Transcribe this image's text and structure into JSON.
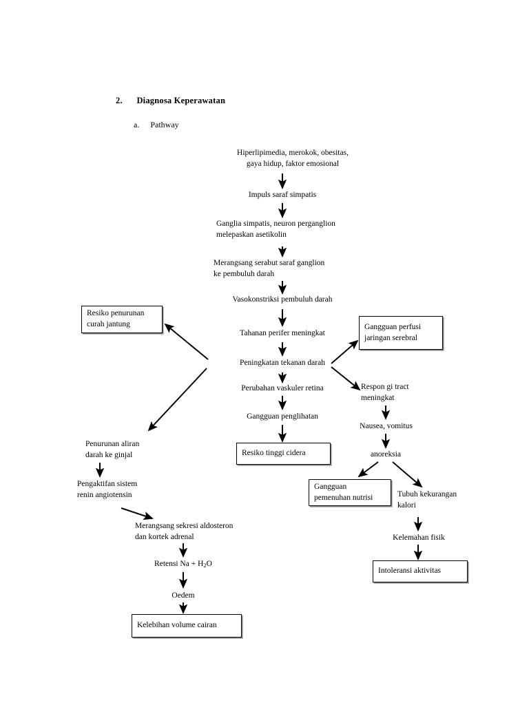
{
  "document": {
    "heading_number": "2.",
    "heading_title": "Diagnosa  Keperawatan",
    "subheading_letter": "a.",
    "subheading_title": "Pathway"
  },
  "diagram": {
    "type": "flowchart",
    "title": "Pathway",
    "nodes": [
      {
        "id": "risk_factors",
        "label": "Hiperlipimedia, merokok, obesitas,\ngaya hidup, faktor emosional",
        "boxed": false
      },
      {
        "id": "impuls",
        "label": "Impuls saraf simpatis",
        "boxed": false
      },
      {
        "id": "ganglia",
        "label": "Ganglia simpatis, neuron perganglion\nmelepaskan asetikolin",
        "boxed": false
      },
      {
        "id": "merangsang_serabut",
        "label": "Merangsang serabut saraf ganglion\nke pembuluh darah",
        "boxed": false
      },
      {
        "id": "vasokonstriksi",
        "label": "Vasokonstriksi pembuluh darah",
        "boxed": false
      },
      {
        "id": "tahanan_perifer",
        "label": "Tahanan perifer meningkat",
        "boxed": false
      },
      {
        "id": "peningkatan_tekanan",
        "label": "Peningkatan tekanan darah",
        "boxed": false
      },
      {
        "id": "perubahan_vaskuler",
        "label": "Perubahan vaskuler retina",
        "boxed": false
      },
      {
        "id": "gangguan_penglihatan",
        "label": "Gangguan penglihatan",
        "boxed": false
      },
      {
        "id": "resiko_cidera",
        "label": "Resiko tinggi cidera",
        "boxed": true
      },
      {
        "id": "resiko_curah",
        "label": "Resiko penurunan\ncurah jantung",
        "boxed": true
      },
      {
        "id": "gangguan_perfusi",
        "label": "Gangguan perfusi\njaringan serebral",
        "boxed": true
      },
      {
        "id": "respon_gi",
        "label": "Respon gi tract\nmeningkat",
        "boxed": false
      },
      {
        "id": "nausea",
        "label": "Nausea, vomitus",
        "boxed": false
      },
      {
        "id": "anoreksia",
        "label": "anoreksia",
        "boxed": false
      },
      {
        "id": "gangguan_nutrisi",
        "label": "Gangguan\npemenuhan nutrisi",
        "boxed": true
      },
      {
        "id": "tubuh_kalori",
        "label": "Tubuh kekurangan\nkalori",
        "boxed": false
      },
      {
        "id": "kelemahan_fisik",
        "label": "Kelemahan fisik",
        "boxed": false
      },
      {
        "id": "intoleransi",
        "label": "Intoleransi aktivitas",
        "boxed": true
      },
      {
        "id": "penurunan_aliran",
        "label": "Penurunan aliran\ndarah ke ginjal",
        "boxed": false
      },
      {
        "id": "pengaktifan_renin",
        "label": "Pengaktifan sistem\nrenin angiotensin",
        "boxed": false
      },
      {
        "id": "merangsang_aldosteron",
        "label": "Merangsang sekresi aldosteron\ndan kortek adrenal",
        "boxed": false
      },
      {
        "id": "retensi",
        "label": "Retensi Na + H2O",
        "label_prefix": "Retensi Na + H",
        "label_sub": "2",
        "label_suffix": "O",
        "boxed": false
      },
      {
        "id": "oedem",
        "label": "Oedem",
        "boxed": false
      },
      {
        "id": "kelebihan_cairan",
        "label": "Kelebihan volume cairan",
        "boxed": true
      }
    ],
    "edges": [
      {
        "from": "risk_factors",
        "to": "impuls",
        "style": "vertical"
      },
      {
        "from": "impuls",
        "to": "ganglia",
        "style": "vertical"
      },
      {
        "from": "ganglia",
        "to": "merangsang_serabut",
        "style": "vertical"
      },
      {
        "from": "merangsang_serabut",
        "to": "vasokonstriksi",
        "style": "vertical"
      },
      {
        "from": "vasokonstriksi",
        "to": "tahanan_perifer",
        "style": "vertical"
      },
      {
        "from": "tahanan_perifer",
        "to": "peningkatan_tekanan",
        "style": "vertical"
      },
      {
        "from": "peningkatan_tekanan",
        "to": "perubahan_vaskuler",
        "style": "vertical"
      },
      {
        "from": "perubahan_vaskuler",
        "to": "gangguan_penglihatan",
        "style": "vertical"
      },
      {
        "from": "gangguan_penglihatan",
        "to": "resiko_cidera",
        "style": "vertical"
      },
      {
        "from": "peningkatan_tekanan",
        "to": "resiko_curah",
        "style": "diagonal"
      },
      {
        "from": "peningkatan_tekanan",
        "to": "penurunan_aliran",
        "style": "diagonal"
      },
      {
        "from": "peningkatan_tekanan",
        "to": "gangguan_perfusi",
        "style": "diagonal"
      },
      {
        "from": "peningkatan_tekanan",
        "to": "respon_gi",
        "style": "diagonal"
      },
      {
        "from": "respon_gi",
        "to": "nausea",
        "style": "vertical"
      },
      {
        "from": "nausea",
        "to": "anoreksia",
        "style": "vertical"
      },
      {
        "from": "anoreksia",
        "to": "gangguan_nutrisi",
        "style": "diagonal"
      },
      {
        "from": "anoreksia",
        "to": "tubuh_kalori",
        "style": "diagonal"
      },
      {
        "from": "tubuh_kalori",
        "to": "kelemahan_fisik",
        "style": "vertical"
      },
      {
        "from": "kelemahan_fisik",
        "to": "intoleransi",
        "style": "vertical"
      },
      {
        "from": "penurunan_aliran",
        "to": "pengaktifan_renin",
        "style": "vertical"
      },
      {
        "from": "pengaktifan_renin",
        "to": "merangsang_aldosteron",
        "style": "diagonal"
      },
      {
        "from": "merangsang_aldosteron",
        "to": "retensi",
        "style": "vertical"
      },
      {
        "from": "retensi",
        "to": "oedem",
        "style": "vertical"
      },
      {
        "from": "oedem",
        "to": "kelebihan_cairan",
        "style": "vertical"
      }
    ]
  }
}
